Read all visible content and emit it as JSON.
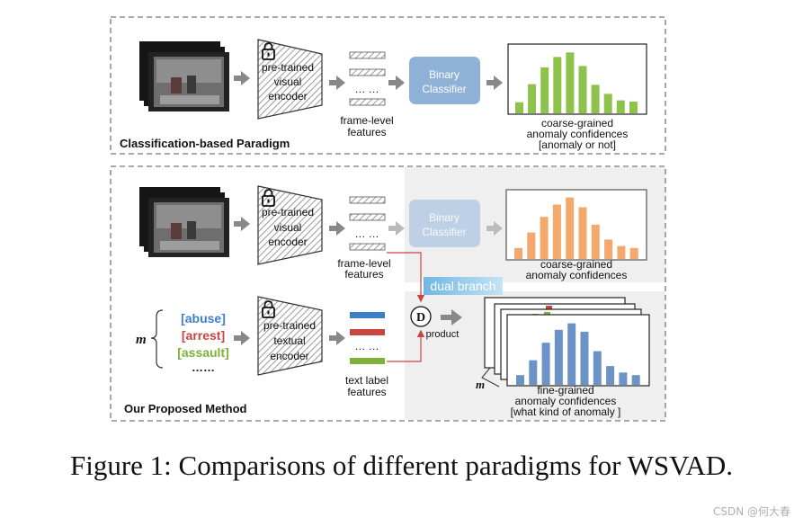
{
  "top_panel": {
    "encoder_label": [
      "pre-trained",
      "visual",
      "encoder"
    ],
    "features_label": [
      "frame-level",
      "features"
    ],
    "classifier_label": [
      "Binary",
      "Classifier"
    ],
    "output_label": [
      "coarse-grained",
      "anomaly confidences",
      "[anomaly or not]"
    ],
    "paradigm_title": "Classification-based Paradigm",
    "dots": "… …",
    "bar_color": "#8dc34a",
    "bar_values": [
      0.17,
      0.45,
      0.71,
      0.87,
      0.94,
      0.73,
      0.44,
      0.3,
      0.2,
      0.18
    ]
  },
  "bottom_panel": {
    "visual_encoder_label": [
      "pre-trained",
      "visual",
      "encoder"
    ],
    "features_label": [
      "frame-level",
      "features"
    ],
    "classifier_label": [
      "Binary",
      "Classifier"
    ],
    "coarse_label": [
      "coarse-grained",
      "anomaly confidences"
    ],
    "coarse_bar_color": "#f5a86b",
    "coarse_bar_values": [
      0.17,
      0.41,
      0.65,
      0.84,
      0.95,
      0.8,
      0.53,
      0.3,
      0.2,
      0.17
    ],
    "dual_branch_label": "dual branch",
    "text_items": [
      {
        "text": "[abuse]",
        "color": "#3d7ec9"
      },
      {
        "text": "[arrest]",
        "color": "#c8463f"
      },
      {
        "text": "[assault]",
        "color": "#7fb13b"
      },
      {
        "text": "……",
        "color": "#111111"
      }
    ],
    "m_symbol": "m",
    "textual_encoder_label": [
      "pre-trained",
      "textual",
      "encoder"
    ],
    "text_feature_colors": [
      "#3d7ec9",
      "#c8463f",
      "#7fb13b"
    ],
    "text_features_label": [
      "text label",
      "features"
    ],
    "product_symbol": "D",
    "product_label": "product",
    "fine_label": [
      "fine-grained",
      "anomaly confidences",
      "[what kind of anomaly ]"
    ],
    "fine_bar_color": "#6b93c6",
    "fine_bar_values": [
      0.15,
      0.38,
      0.65,
      0.85,
      0.95,
      0.82,
      0.52,
      0.29,
      0.19,
      0.15
    ],
    "paradigm_title": "Our Proposed Method",
    "dots": "… …"
  },
  "caption": "Figure 1: Comparisons of different paradigms for WSVAD.",
  "watermark": "CSDN @何大春"
}
